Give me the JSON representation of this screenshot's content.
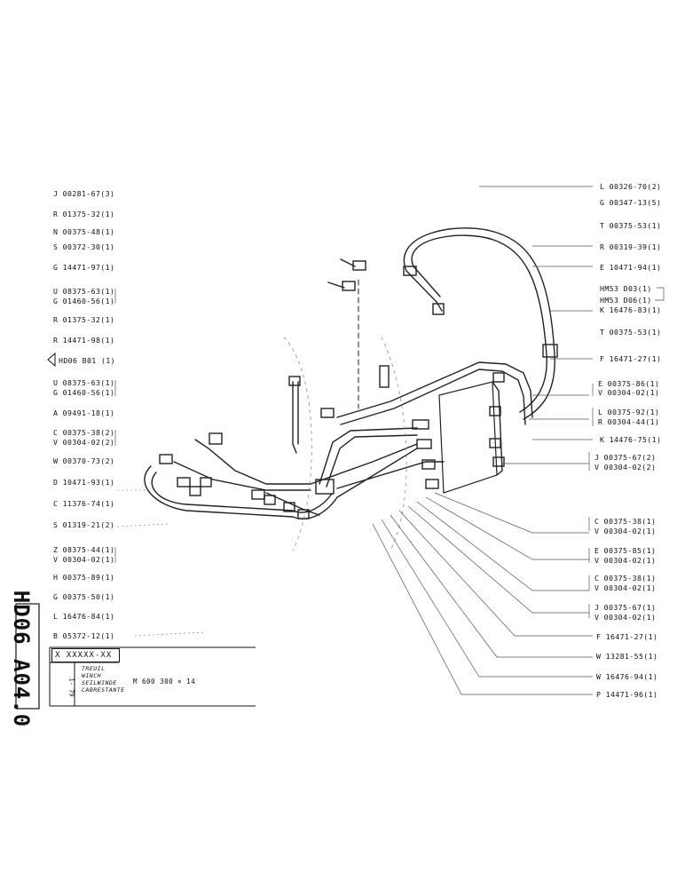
{
  "left_parts": [
    "J 00281-67(3)",
    "R 01375-32(1)",
    "N 00375-48(1)",
    "S 00372-30(1)",
    "G 14471-97(1)",
    "U 08375-63(1)",
    "G 01460-56(1)",
    "R 01375-32(1)",
    "R 14471-98(1)",
    "HD06 B01 (1)",
    "U 08375-63(1)",
    "G 01460-56(1)",
    "A 09491-18(1)",
    "C 00375-38(2)",
    "V 00304-02(2)",
    "W 00370-73(2)",
    "D 10471-93(1)",
    "C 11376-74(1)",
    "S 01319-21(2)",
    "Z 08375-44(1)",
    "V 00304-02(1)",
    "H 00375-89(1)",
    "G 00375-50(1)",
    "L 16476-84(1)",
    "B 05372-12(1)"
  ],
  "right_parts": [
    "L 00326-70(2)",
    "G 00347-13(5)",
    "T 00375-53(1)",
    "R 00319-39(1)",
    "E 10471-94(1)",
    "HM53 D03(1)",
    "HM53 D06(1)",
    "K 16476-83(1)",
    "T 00375-53(1)",
    "F 16471-27(1)",
    "E 00375-86(1)",
    "V 00304-02(1)",
    "L 00375-92(1)",
    "R 00304-44(1)",
    "K 14476-75(1)",
    "J 00375-67(2)",
    "V 00304-02(2)",
    "C 00375-38(1)",
    "V 00304-02(1)",
    "E 00375-85(1)",
    "V 00304-02(1)",
    "C 00375-38(1)",
    "V 00304-02(1)",
    "J 00375-67(1)",
    "V 00304-02(1)",
    "F 16471-27(1)",
    "W 13281-55(1)",
    "W 16476-94(1)",
    "P 14471-96(1)"
  ],
  "sheet_code": "HD06 A04.0",
  "title_block": {
    "code": "X XXXXX-XX",
    "name_fr": "TREUIL",
    "name_en": "WINCH",
    "name_de": "SEILWINDE",
    "name_es": "CABRESTANTE",
    "model": "M 600   300 × 14",
    "page_ref": "1- 79"
  },
  "colors": {
    "ink": "#111111",
    "paper": "#ffffff"
  }
}
